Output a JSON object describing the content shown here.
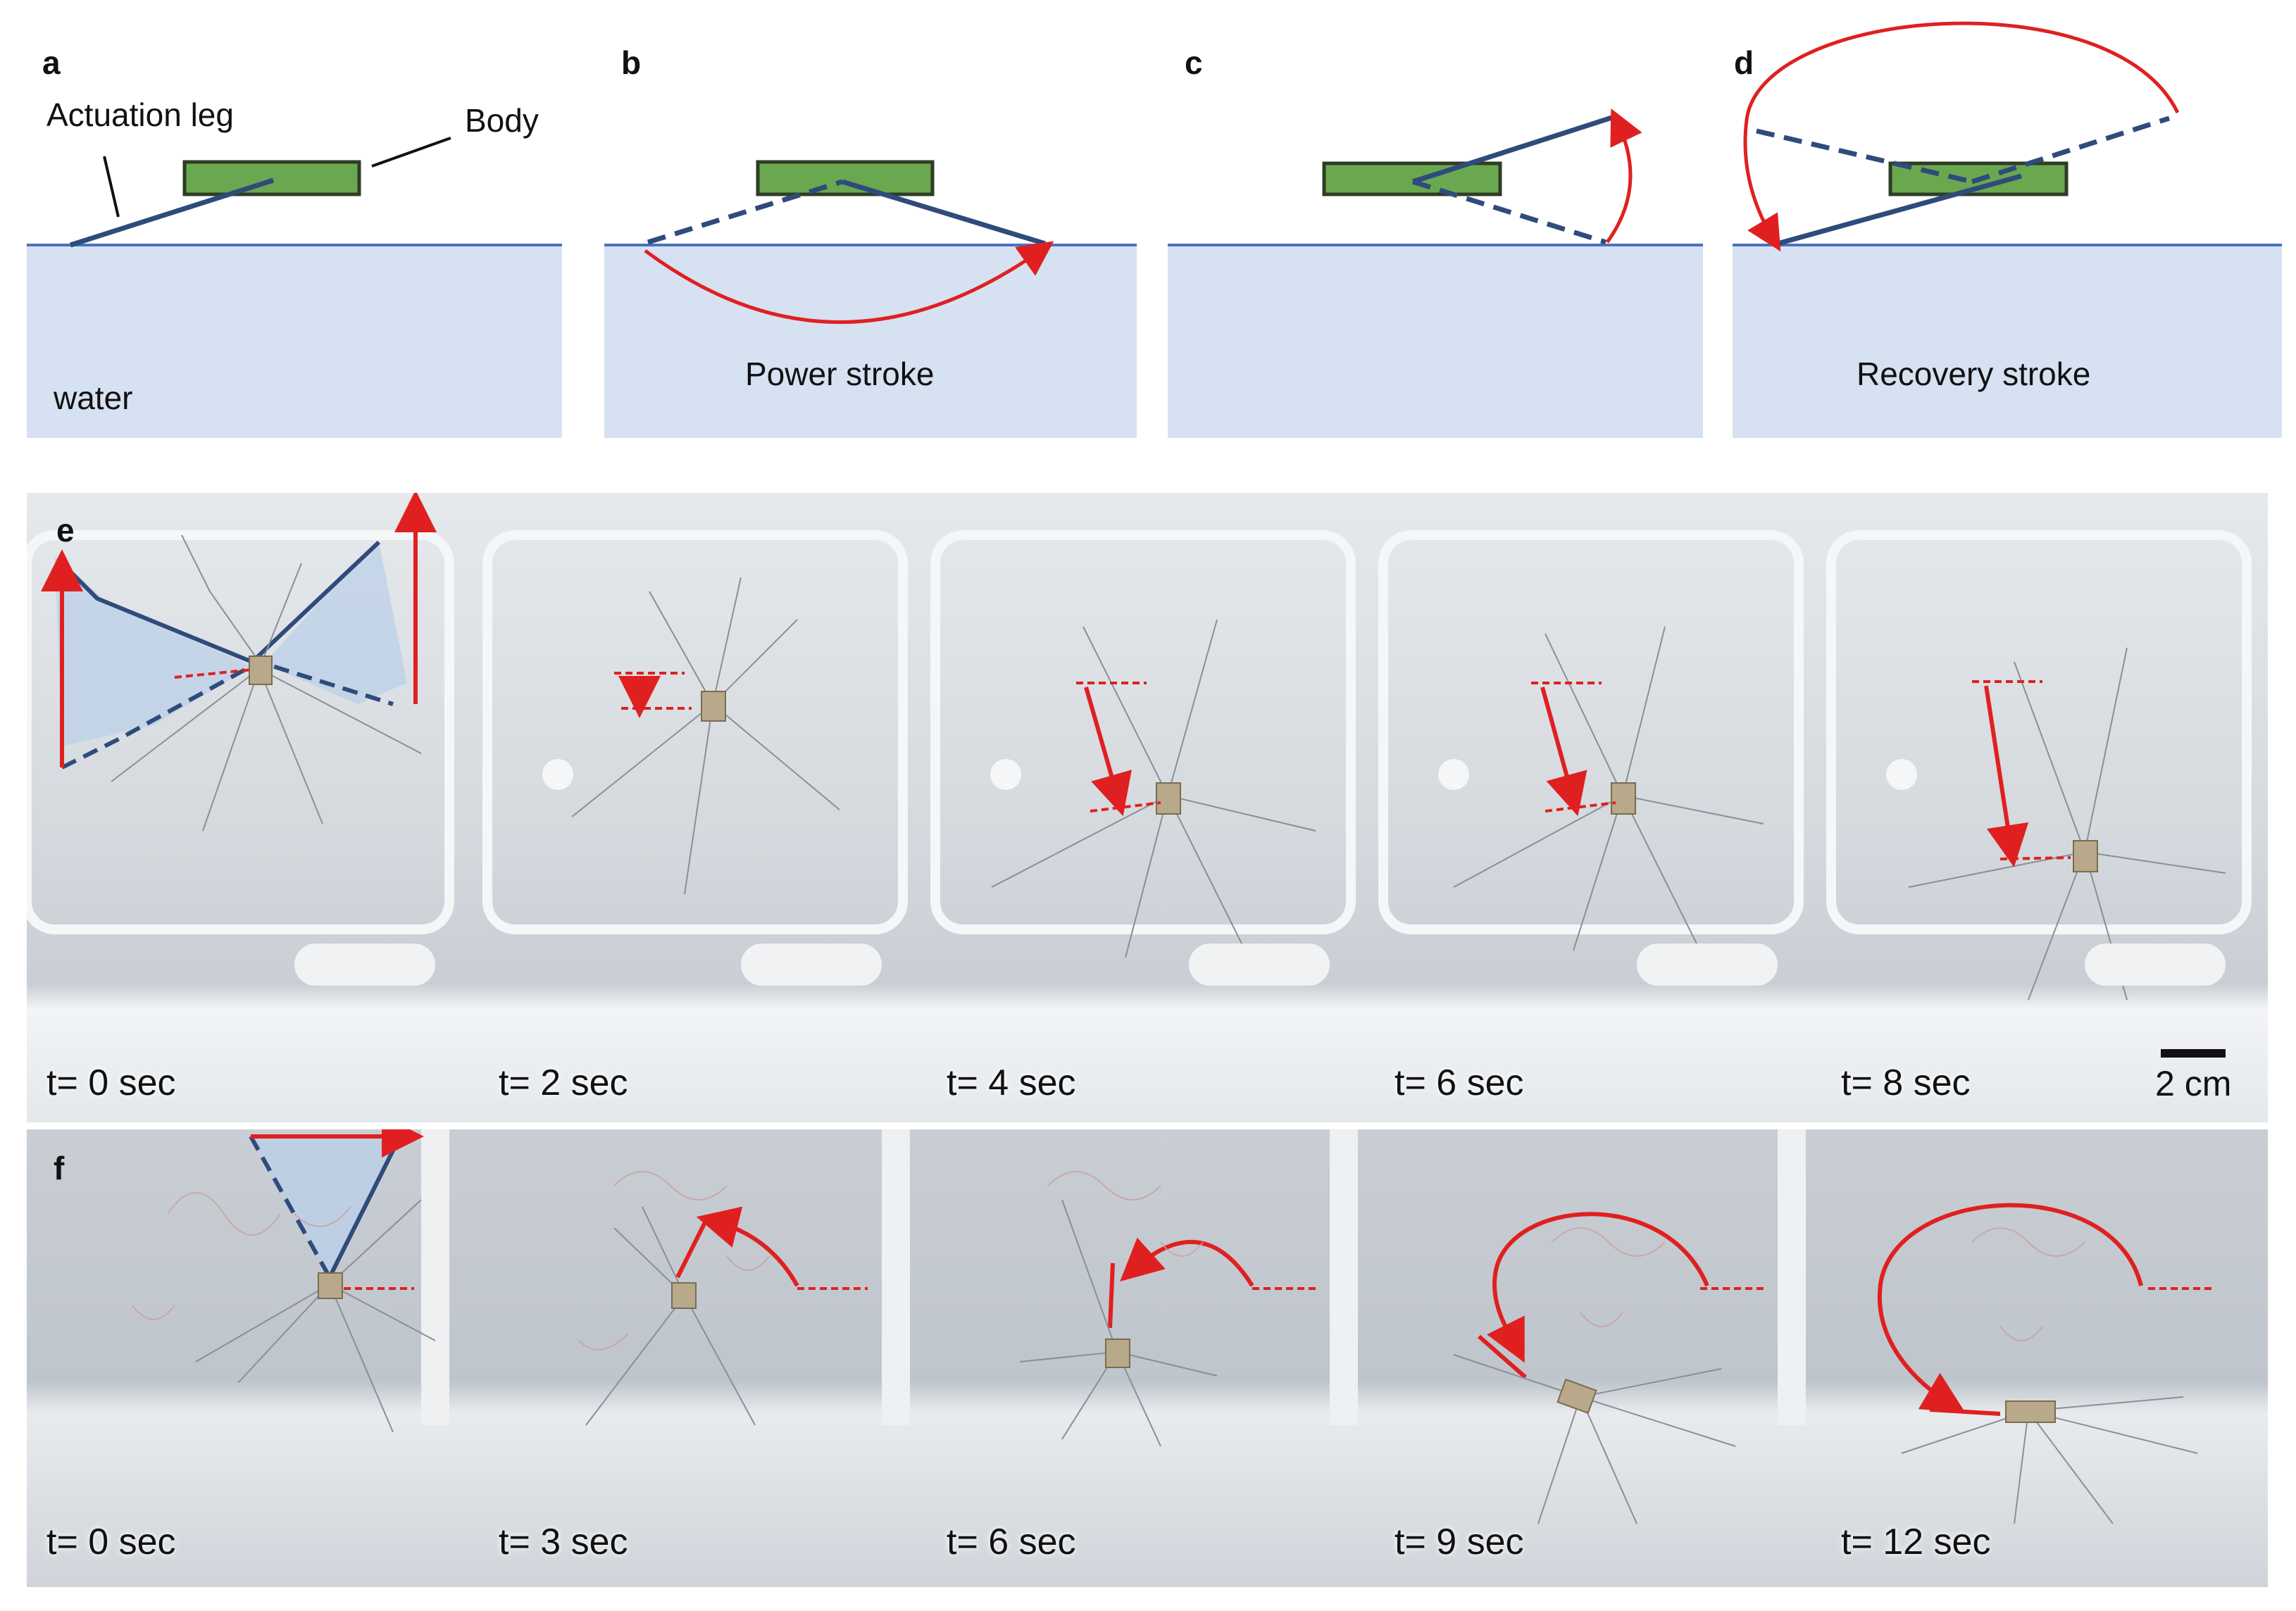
{
  "panels": {
    "a": {
      "letter": "a",
      "labels": {
        "leg": "Actuation leg",
        "body": "Body",
        "water": "water"
      }
    },
    "b": {
      "letter": "b",
      "caption": "Power stroke"
    },
    "c": {
      "letter": "c"
    },
    "d": {
      "letter": "d",
      "caption": "Recovery stroke"
    },
    "e": {
      "letter": "e",
      "time_labels": [
        "t= 0 sec",
        "t= 2 sec",
        "t= 4 sec",
        "t= 6 sec",
        "t= 8 sec"
      ],
      "scale_bar": "2 cm"
    },
    "f": {
      "letter": "f",
      "time_labels": [
        "t= 0 sec",
        "t= 3 sec",
        "t= 6 sec",
        "t= 9 sec",
        "t= 12 sec"
      ]
    }
  },
  "colors": {
    "water": "#d6e1f2",
    "body": "#6aa84f",
    "leg": "#2f4b7c",
    "arrow": "#e02020",
    "surface_line": "#4a72c0"
  }
}
